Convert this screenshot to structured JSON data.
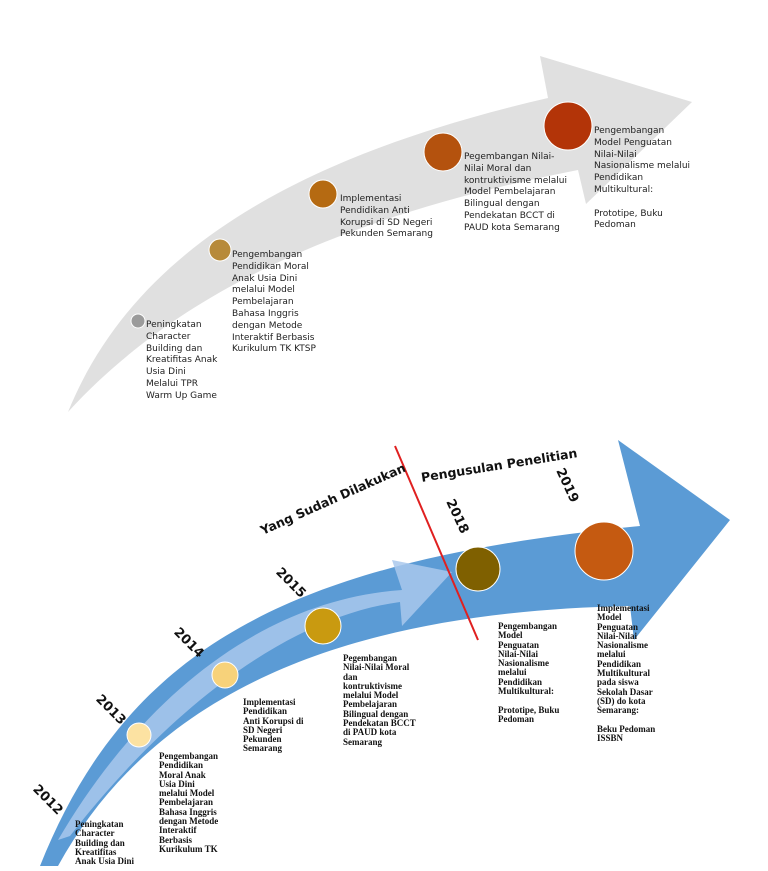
{
  "colors": {
    "top_arrow": "#e0e0e0",
    "bottom_arrow": "#5b9bd5",
    "inner_arrow": "#a9c8ec",
    "divider": "#e02020"
  },
  "top_timeline": {
    "milestones": [
      {
        "color": "#9b9b9b",
        "text": "Peningkatan\nCharacter\nBuilding dan\nKreatifitas Anak\nUsia Dini\nMelalui TPR\nWarm Up Game"
      },
      {
        "color": "#b78a3a",
        "text": "Pengembangan\nPendidikan Moral\nAnak Usia Dini\nmelalui Model\nPembelajaran\nBahasa Inggris\ndengan Metode\nInteraktif Berbasis\nKurikulum TK KTSP"
      },
      {
        "color": "#b56a12",
        "text": "Implementasi\nPendidikan Anti\nKorupsi di SD Negeri\nPekunden Semarang"
      },
      {
        "color": "#b4520e",
        "text": "Pegembangan Nilai-\nNilai Moral dan\nkontruktivisme melalui\nModel Pembelajaran\nBilingual dengan\nPendekatan BCCT di\nPAUD kota Semarang"
      },
      {
        "color": "#b33408",
        "text": "Pengembangan\nModel Penguatan\nNilai-Nilai\nNasionalisme melalui\nPendidikan\nMultikultural:\n\nPrototipe, Buku\nPedoman"
      }
    ]
  },
  "bottom_timeline": {
    "header_left": "Yang Sudah Dilakukan",
    "header_right": "Pengusulan Penelitian",
    "years": [
      "2012",
      "2013",
      "2014",
      "2015",
      "2018",
      "2019"
    ],
    "milestones": [
      {
        "color": "#fde9b6",
        "text": "Peningkatan\nCharacter\nBuilding dan\nKreatifitas\nAnak Usia Dini"
      },
      {
        "color": "#fce2a2",
        "text": "Pengembangan\nPendidikan\nMoral Anak\nUsia Dini\nmelalui Model\nPembelajaran\nBahasa Inggris\ndengan Metode\nInteraktif\nBerbasis\nKurikulum TK"
      },
      {
        "color": "#f7d27a",
        "text": "Implementasi\nPendidikan\nAnti Korupsi di\nSD Negeri\nPekunden\nSemarang"
      },
      {
        "color": "#c99a10",
        "text": "Pegembangan\nNilai-Nilai Moral\ndan\nkontruktivisme\nmelalui Model\nPembelajaran\nBilingual dengan\nPendekatan BCCT\ndi PAUD kota\nSemarang"
      },
      {
        "color": "#7f6000",
        "text": "Pengembangan\nModel\nPenguatan\nNilai-Nilai\nNasionalisme\nmelalui\nPendidikan\nMultikultural:\n\nPrototipe, Buku\nPedoman"
      },
      {
        "color": "#c55a11",
        "text": "Implementasi\nModel\nPenguatan\nNilai-Nilai\nNasionalisme\nmelalui\nPendidikan\nMultikultural\npada siswa\nSekolah Dasar\n(SD) do kota\nSemarang:\n\nBeku Pedoman\nISSBN"
      }
    ]
  }
}
